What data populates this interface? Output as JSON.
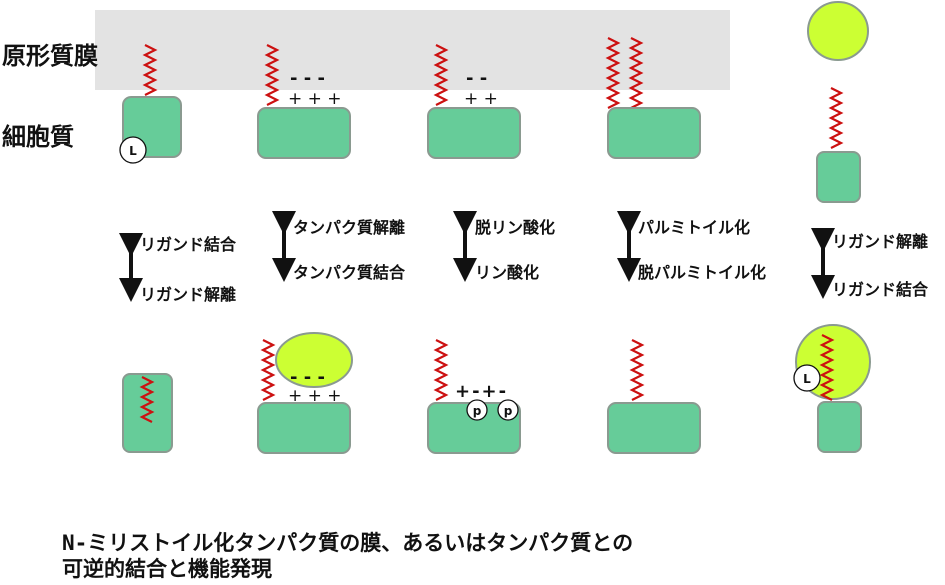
{
  "labels": {
    "membrane": "原形質膜",
    "cytoplasm": "細胞質"
  },
  "transitions": [
    {
      "up": "リガンド結合",
      "down": "リガンド解離"
    },
    {
      "up": "タンパク質解離",
      "down": "タンパク質結合"
    },
    {
      "up": "脱リン酸化",
      "down": "リン酸化"
    },
    {
      "up": "パルミトイル化",
      "down": "脱パルミトイル化"
    },
    {
      "up": "リガンド解離",
      "down": "リガンド結合"
    }
  ],
  "marks": {
    "ligand": "L",
    "phosphate": "p",
    "neg3": "- - -",
    "pos3": "+ + +",
    "neg2": "-  -",
    "pos2": "+ +",
    "mixed": "+-+-"
  },
  "caption": {
    "line1": "N-ミリストイル化タンパク質の膜、あるいはタンパク質との",
    "line2": "可逆的結合と機能発現"
  },
  "colors": {
    "protein": "#66cc99",
    "ligand": "#ccff33",
    "myristoyl": "#cc1111",
    "membrane": "#e3e3e3"
  }
}
